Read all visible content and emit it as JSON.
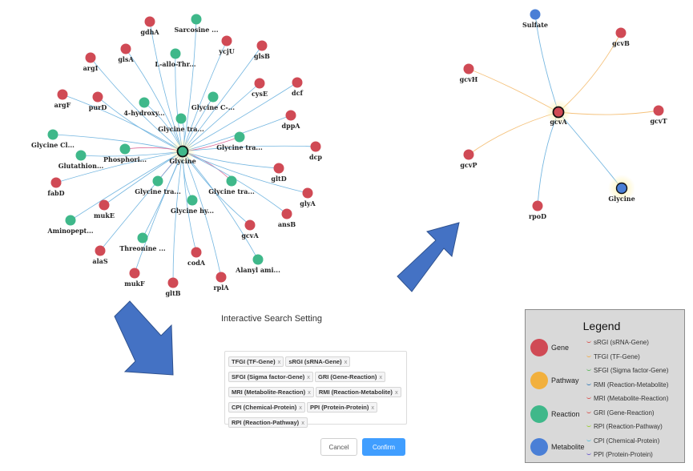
{
  "colors": {
    "gene": "#d04a55",
    "reaction": "#3fb88a",
    "metabolite": "#4a7fd6",
    "pathway": "#f2b03d",
    "edge_blue": "#74b6e0",
    "edge_pink": "#de6f9a",
    "edge_orange": "#f5c27c",
    "arrow": "#3f6fc4",
    "highlight": "#fff3b0"
  },
  "graph_left": {
    "center": {
      "label": "Glycine",
      "type": "metabolite"
    },
    "nodes": [
      {
        "label": "gdhA",
        "type": "gene"
      },
      {
        "label": "Sarcosine ...",
        "type": "reaction"
      },
      {
        "label": "ycjU",
        "type": "gene"
      },
      {
        "label": "glsB",
        "type": "gene"
      },
      {
        "label": "argI",
        "type": "gene"
      },
      {
        "label": "glsA",
        "type": "gene"
      },
      {
        "label": "L-allo-Thr...",
        "type": "reaction"
      },
      {
        "label": "cysE",
        "type": "gene"
      },
      {
        "label": "dcf",
        "type": "gene"
      },
      {
        "label": "argF",
        "type": "gene"
      },
      {
        "label": "purD",
        "type": "gene"
      },
      {
        "label": "4-hydroxy...",
        "type": "reaction"
      },
      {
        "label": "Glycine C-...",
        "type": "reaction"
      },
      {
        "label": "Glycine tra...",
        "type": "reaction"
      },
      {
        "label": "dppA",
        "type": "gene"
      },
      {
        "label": "Glycine Cl...",
        "type": "reaction"
      },
      {
        "label": "Glycine tra...",
        "type": "reaction"
      },
      {
        "label": "dcp",
        "type": "gene"
      },
      {
        "label": "Glutathion...",
        "type": "reaction"
      },
      {
        "label": "Phosphori...",
        "type": "reaction"
      },
      {
        "label": "gltD",
        "type": "gene"
      },
      {
        "label": "fabD",
        "type": "gene"
      },
      {
        "label": "Glycine tra...",
        "type": "reaction"
      },
      {
        "label": "Glycine tra...",
        "type": "reaction"
      },
      {
        "label": "glyA",
        "type": "gene"
      },
      {
        "label": "mukE",
        "type": "gene"
      },
      {
        "label": "Glycine hy...",
        "type": "reaction"
      },
      {
        "label": "Aminopept...",
        "type": "reaction"
      },
      {
        "label": "gcvA",
        "type": "gene"
      },
      {
        "label": "ansB",
        "type": "gene"
      },
      {
        "label": "alaS",
        "type": "gene"
      },
      {
        "label": "Threonine ...",
        "type": "reaction"
      },
      {
        "label": "codA",
        "type": "gene"
      },
      {
        "label": "Alanyl ami...",
        "type": "reaction"
      },
      {
        "label": "mukF",
        "type": "gene"
      },
      {
        "label": "rplA",
        "type": "gene"
      },
      {
        "label": "gltB",
        "type": "gene"
      }
    ]
  },
  "graph_right": {
    "center": {
      "label": "gcvA",
      "type": "gene"
    },
    "nodes": [
      {
        "label": "Sulfate",
        "type": "metabolite"
      },
      {
        "label": "gcvB",
        "type": "gene"
      },
      {
        "label": "gcvH",
        "type": "gene"
      },
      {
        "label": "gcvT",
        "type": "gene"
      },
      {
        "label": "gcvP",
        "type": "gene"
      },
      {
        "label": "Glycine",
        "type": "metabolite"
      },
      {
        "label": "rpoD",
        "type": "gene"
      }
    ]
  },
  "dialog": {
    "title": "Interactive Search Setting",
    "tags": [
      "TFGI (TF-Gene)",
      "sRGI (sRNA-Gene)",
      "SFGI (Sigma factor-Gene)",
      "GRI (Gene-Reaction)",
      "MRI (Metabolite-Reaction)",
      "RMI (Reaction-Metabolite)",
      "CPI (Chemical-Protein)",
      "PPI (Protein-Protein)",
      "RPI (Reaction-Pathway)"
    ],
    "tag_close": "x",
    "cancel_label": "Cancel",
    "confirm_label": "Confirm"
  },
  "legend": {
    "title": "Legend",
    "node_types": [
      "Gene",
      "Pathway",
      "Reaction",
      "Metabolite"
    ],
    "edge_types": [
      {
        "label": "sRGI (sRNA-Gene)",
        "color": "#d9534f"
      },
      {
        "label": "TFGI (TF-Gene)",
        "color": "#f0ad4e"
      },
      {
        "label": "SFGI (Sigma factor-Gene)",
        "color": "#5cb85c"
      },
      {
        "label": "RMI (Reaction-Metabolite)",
        "color": "#337ab7"
      },
      {
        "label": "MRI (Metabolite-Reaction)",
        "color": "#d9534f"
      },
      {
        "label": "GRI (Gene-Reaction)",
        "color": "#d9534f"
      },
      {
        "label": "RPI (Reaction-Pathway)",
        "color": "#9acd32"
      },
      {
        "label": "CPI (Chemical-Protein)",
        "color": "#5bc0de"
      },
      {
        "label": "PPI (Protein-Protein)",
        "color": "#6a5acd"
      }
    ]
  }
}
